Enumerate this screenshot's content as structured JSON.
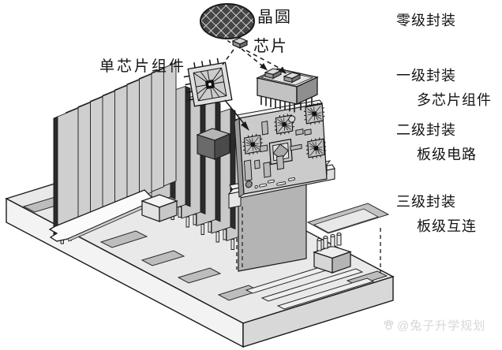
{
  "labels": {
    "wafer": "晶圆",
    "die": "芯片",
    "single_chip_module": "单芯片组件"
  },
  "levels": [
    {
      "title": "零级封装",
      "subtitle": ""
    },
    {
      "title": "一级封装",
      "subtitle": "多芯片组件"
    },
    {
      "title": "二级封装",
      "subtitle": "板级电路"
    },
    {
      "title": "三级封装",
      "subtitle": "板级互连"
    }
  ],
  "watermark": {
    "icon": "paw-logo-icon",
    "text": "@兔子升学规划"
  },
  "colors": {
    "ink": "#1a1a1a",
    "face_light": "#cfcfcf",
    "face_mid": "#b4b4b4",
    "edge_dark": "#2b2b2b",
    "backplane_top": "#e8e8e8",
    "watermark": "#d7d7d7"
  }
}
